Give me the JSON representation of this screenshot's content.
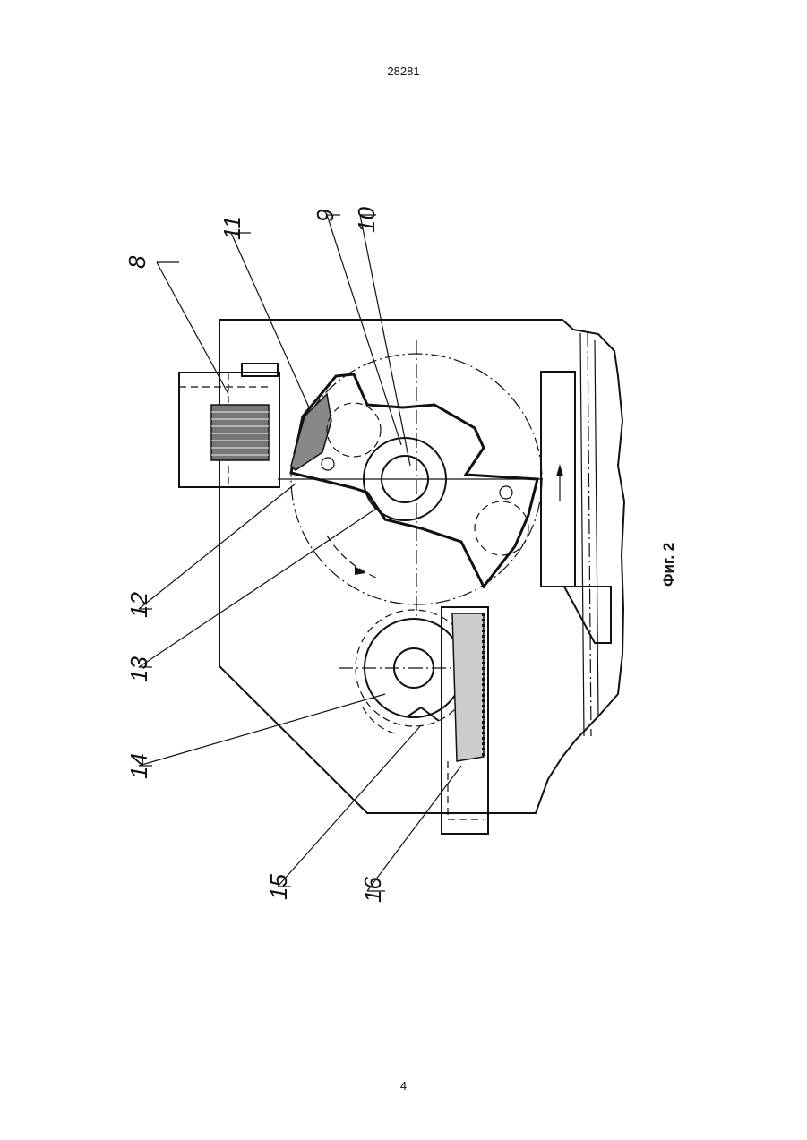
{
  "header": {
    "document_number": "28281"
  },
  "footer": {
    "page_number": "4"
  },
  "figure": {
    "caption": "Фиг. 2",
    "labels": {
      "l8": "8",
      "l9": "9",
      "l10": "10",
      "l11": "11",
      "l12": "12",
      "l13": "13",
      "l14": "14",
      "l15": "15",
      "l16": "16"
    }
  }
}
